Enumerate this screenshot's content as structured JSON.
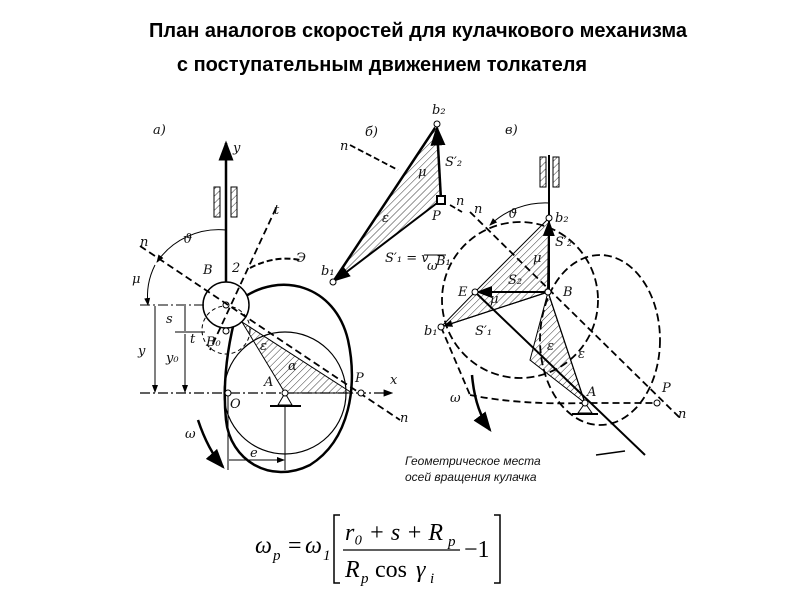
{
  "title_line1": "План аналогов скоростей для кулачкового механизма",
  "title_line2": "с поступательным движением толкателя",
  "panel_a": {
    "label": "а)",
    "labels": {
      "y_axis": "y",
      "t_top": "t",
      "n": "n",
      "theta": "ϑ",
      "mu": "μ",
      "B": "B",
      "two": "2",
      "E": "Э",
      "s": "s",
      "y": "y",
      "y0": "y₀",
      "t_low": "t",
      "B0": "B₀",
      "eps": "ε",
      "alpha": "α",
      "A": "A",
      "P": "P",
      "x": "x",
      "n_low": "n",
      "O": "O",
      "omega": "ω",
      "e": "e"
    }
  },
  "panel_b": {
    "label": "б)",
    "labels": {
      "b2": "b₂",
      "n": "n",
      "mu": "μ",
      "S2": "S′₂",
      "P": "P",
      "n_right": "n",
      "eps": "ε",
      "b1": "b₁",
      "S1": "S′₁ = v",
      "S1_sub": "B₁",
      "S1_den": "ω"
    }
  },
  "panel_c": {
    "label": "в)",
    "labels": {
      "n": "n",
      "theta": "ϑ",
      "b2": "b₂",
      "S2p": "S′₂",
      "mu": "μ",
      "S2": "S₂",
      "E": "E",
      "B": "B",
      "mu2": "μ",
      "b1": "b₁",
      "S1": "S′₁",
      "eps": "ε",
      "eps2": "ε",
      "omega": "ω",
      "A": "A",
      "P": "P",
      "n_low": "n"
    },
    "caption_line1": "Геометрическое места",
    "caption_line2": "осей вращения кулачка"
  },
  "formula": {
    "lhs": "ω",
    "lhs_sub": "p",
    "eq": "=",
    "omega": "ω",
    "omega_sub": "1",
    "num": "r₀ + s + R",
    "num_sub": "p",
    "den": "R",
    "den_sub": "p",
    "den_cos": "cos",
    "den_gamma": "γ",
    "den_gamma_sub": "i",
    "minus_one": "−1"
  }
}
